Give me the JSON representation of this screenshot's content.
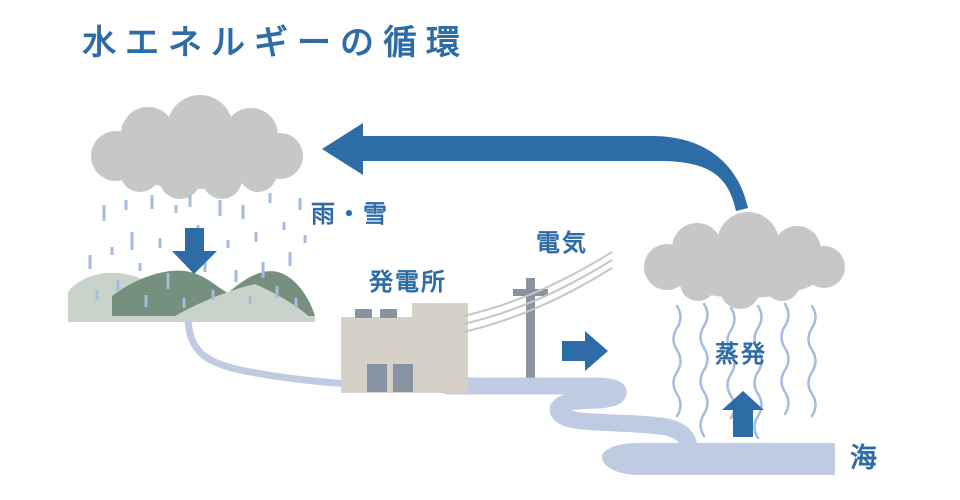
{
  "title": "水エネルギーの循環",
  "labels": {
    "rain_snow": "雨・雪",
    "power_plant": "発電所",
    "electricity": "電気",
    "evaporation": "蒸発",
    "sea": "海"
  },
  "colors": {
    "accent": "#2e6ca7",
    "cloud": "#c7c7c8",
    "rain": "#a5bcde",
    "water": "#bfcbe2",
    "mountain_dark": "#76907f",
    "mountain_light": "#c9d3cb",
    "building": "#d6d1c7",
    "building_detail": "#8792a3",
    "pole": "#8a93a0",
    "wire": "#c6c6c6",
    "background": "#ffffff"
  }
}
